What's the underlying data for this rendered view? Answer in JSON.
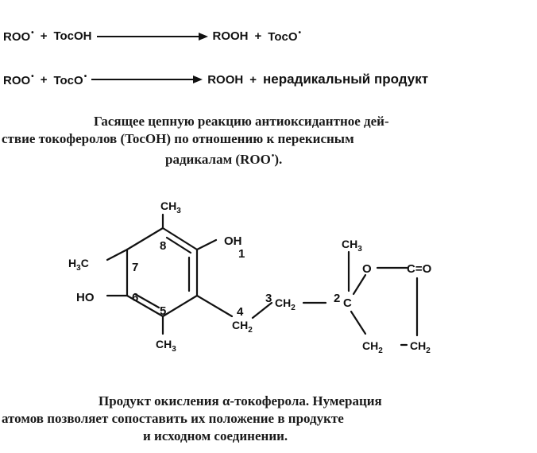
{
  "reactions": [
    {
      "reactant_1": "ROO",
      "radical_mark": "•",
      "plus": "+",
      "reactant_2": "TocOH",
      "product_1": "ROOH",
      "product_2": "TocO",
      "product_2_radical": "•"
    },
    {
      "reactant_1": "ROO",
      "radical_mark": "•",
      "plus": "+",
      "reactant_2": "TocO",
      "reactant_2_radical": "•",
      "product_1": "ROOH",
      "product_2": "нерадикальный продукт"
    }
  ],
  "caption_1": {
    "line_1": "Гасящее цепную реакцию антиоксидантное дей-",
    "line_2": "ствие токоферолов (TocOH) по отношению к перекисным",
    "line_3_text": "радикалам (ROO",
    "line_3_radical": "•",
    "line_3_end": ")."
  },
  "structure": {
    "ring_labels": {
      "ch3_top": "CH",
      "ch3_top_sub": "3",
      "oh_right": "OH",
      "h3c_left": "H",
      "h3c_left_sub": "3",
      "h3c_left_c": "C",
      "ho_left": "HO",
      "ch3_bottom": "CH",
      "ch3_bottom_sub": "3"
    },
    "numbers": [
      "1",
      "2",
      "3",
      "4",
      "5",
      "6",
      "7",
      "8"
    ],
    "chain": {
      "ch2_a": "CH",
      "ch2_a_sub": "2",
      "ch2_b": "CH",
      "ch2_b_sub": "2",
      "c_quat": "C",
      "ch3_quat": "CH",
      "ch3_quat_sub": "3"
    },
    "lactone": {
      "o_ring": "O",
      "carbonyl": "C=O",
      "ch2_left": "CH",
      "ch2_left_sub": "2",
      "ch2_right": "CH",
      "ch2_right_sub": "2",
      "dash": "–"
    }
  },
  "caption_2": {
    "line_1": "Продукт окисления α-токоферола. Нумерация",
    "line_2": "атомов позволяет сопоставить их положение в продукте",
    "line_3": "и исходном соединении."
  }
}
